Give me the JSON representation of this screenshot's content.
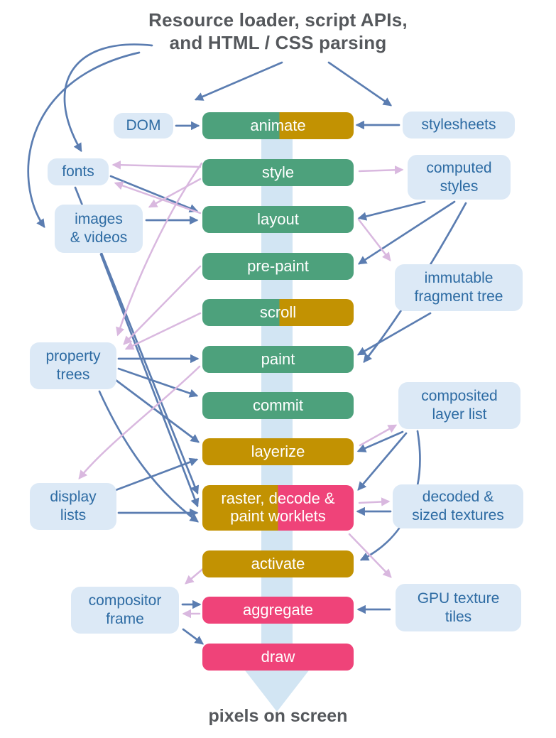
{
  "title": {
    "line1": "Resource loader, script APIs,",
    "line2": "and HTML / CSS parsing"
  },
  "footer": {
    "label": "pixels on screen"
  },
  "colors": {
    "stage_green": "#4DA17C",
    "stage_gold": "#C29202",
    "stage_pink": "#EF4379",
    "stage_text": "#FFFFFF",
    "store_bg": "#DCE9F6",
    "store_text": "#2D6BA3",
    "arrow_blue": "#5B7DB1",
    "arrow_pink": "#D9B8DF",
    "pipe_band": "#D2E5F3",
    "heading_text": "#55585C"
  },
  "pipeline": {
    "stages": [
      {
        "id": "animate",
        "label": "animate",
        "palette": "green-gold"
      },
      {
        "id": "style",
        "label": "style",
        "palette": "green"
      },
      {
        "id": "layout",
        "label": "layout",
        "palette": "green"
      },
      {
        "id": "pre-paint",
        "label": "pre-paint",
        "palette": "green"
      },
      {
        "id": "scroll",
        "label": "scroll",
        "palette": "green-gold"
      },
      {
        "id": "paint",
        "label": "paint",
        "palette": "green"
      },
      {
        "id": "commit",
        "label": "commit",
        "palette": "green"
      },
      {
        "id": "layerize",
        "label": "layerize",
        "palette": "gold"
      },
      {
        "id": "raster",
        "label": "raster, decode & paint worklets",
        "palette": "gold-pink"
      },
      {
        "id": "activate",
        "label": "activate",
        "palette": "gold"
      },
      {
        "id": "aggregate",
        "label": "aggregate",
        "palette": "pink"
      },
      {
        "id": "draw",
        "label": "draw",
        "palette": "pink"
      }
    ]
  },
  "stores": [
    {
      "id": "dom",
      "label": "DOM",
      "side": "left"
    },
    {
      "id": "fonts",
      "label": "fonts",
      "side": "left"
    },
    {
      "id": "images-videos",
      "label": "images\n& videos",
      "side": "left"
    },
    {
      "id": "property-trees",
      "label": "property\ntrees",
      "side": "left"
    },
    {
      "id": "display-lists",
      "label": "display\nlists",
      "side": "left"
    },
    {
      "id": "compositor-frame",
      "label": "compositor\nframe",
      "side": "left"
    },
    {
      "id": "stylesheets",
      "label": "stylesheets",
      "side": "right"
    },
    {
      "id": "computed-styles",
      "label": "computed\nstyles",
      "side": "right"
    },
    {
      "id": "immutable-fragment-tree",
      "label": "immutable\nfragment tree",
      "side": "right"
    },
    {
      "id": "composited-layer-list",
      "label": "composited\nlayer list",
      "side": "right"
    },
    {
      "id": "decoded-sized-textures",
      "label": "decoded &\nsized textures",
      "side": "right"
    },
    {
      "id": "gpu-texture-tiles",
      "label": "GPU texture\ntiles",
      "side": "right"
    }
  ],
  "connections": [
    {
      "from": "title",
      "to": "pipeline",
      "kind": "blue"
    },
    {
      "from": "title",
      "to": "stylesheets",
      "kind": "blue"
    },
    {
      "from": "title",
      "to": "fonts",
      "kind": "blue"
    },
    {
      "from": "title",
      "to": "images-videos",
      "kind": "blue"
    },
    {
      "from": "dom",
      "to": "animate",
      "kind": "blue"
    },
    {
      "from": "stylesheets",
      "to": "animate",
      "kind": "blue"
    },
    {
      "from": "fonts",
      "to": "layout",
      "kind": "blue"
    },
    {
      "from": "images-videos",
      "to": "layout",
      "kind": "blue"
    },
    {
      "from": "computed-styles",
      "to": "layout",
      "kind": "blue"
    },
    {
      "from": "computed-styles",
      "to": "pre-paint",
      "kind": "blue"
    },
    {
      "from": "computed-styles",
      "to": "paint",
      "kind": "blue"
    },
    {
      "from": "immutable-fragment-tree",
      "to": "paint",
      "kind": "blue"
    },
    {
      "from": "property-trees",
      "to": "paint",
      "kind": "blue"
    },
    {
      "from": "property-trees",
      "to": "commit",
      "kind": "blue"
    },
    {
      "from": "property-trees",
      "to": "layerize",
      "kind": "blue"
    },
    {
      "from": "property-trees",
      "to": "raster",
      "kind": "blue"
    },
    {
      "from": "fonts",
      "to": "raster",
      "kind": "blue"
    },
    {
      "from": "images-videos",
      "to": "raster",
      "kind": "blue"
    },
    {
      "from": "display-lists",
      "to": "raster",
      "kind": "blue"
    },
    {
      "from": "display-lists",
      "to": "layerize",
      "kind": "blue"
    },
    {
      "from": "composited-layer-list",
      "to": "layerize",
      "kind": "blue"
    },
    {
      "from": "composited-layer-list",
      "to": "raster",
      "kind": "blue"
    },
    {
      "from": "composited-layer-list",
      "to": "activate",
      "kind": "blue"
    },
    {
      "from": "decoded-sized-textures",
      "to": "raster",
      "kind": "blue"
    },
    {
      "from": "gpu-texture-tiles",
      "to": "aggregate",
      "kind": "blue"
    },
    {
      "from": "compositor-frame",
      "to": "aggregate",
      "kind": "blue"
    },
    {
      "from": "compositor-frame",
      "to": "draw",
      "kind": "blue"
    },
    {
      "from": "style",
      "to": "computed-styles",
      "kind": "pink"
    },
    {
      "from": "style",
      "to": "fonts",
      "kind": "pink"
    },
    {
      "from": "style",
      "to": "images-videos",
      "kind": "pink"
    },
    {
      "from": "layout",
      "to": "fonts",
      "kind": "pink"
    },
    {
      "from": "layout",
      "to": "immutable-fragment-tree",
      "kind": "pink"
    },
    {
      "from": "animate",
      "to": "property-trees",
      "kind": "pink"
    },
    {
      "from": "pre-paint",
      "to": "property-trees",
      "kind": "pink"
    },
    {
      "from": "scroll",
      "to": "property-trees",
      "kind": "pink"
    },
    {
      "from": "paint",
      "to": "display-lists",
      "kind": "pink"
    },
    {
      "from": "layerize",
      "to": "composited-layer-list",
      "kind": "pink"
    },
    {
      "from": "raster",
      "to": "decoded-sized-textures",
      "kind": "pink"
    },
    {
      "from": "raster",
      "to": "gpu-texture-tiles",
      "kind": "pink"
    },
    {
      "from": "activate",
      "to": "compositor-frame",
      "kind": "pink"
    },
    {
      "from": "aggregate",
      "to": "compositor-frame",
      "kind": "pink"
    }
  ]
}
